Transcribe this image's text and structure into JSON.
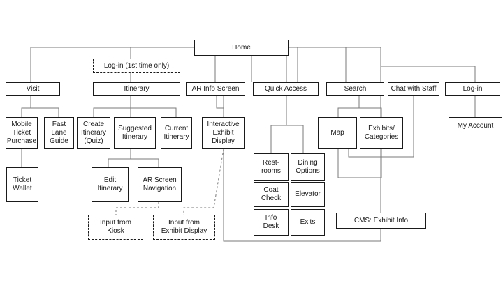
{
  "nodes": {
    "home": "Home",
    "login_first": "Log-in (1st time only)",
    "visit": "Visit",
    "itinerary": "Itinerary",
    "ar_info": "AR Info Screen",
    "quick_access": "Quick Access",
    "search": "Search",
    "chat": "Chat with Staff",
    "login": "Log-in",
    "mobile_ticket": "Mobile\nTicket\nPurchase",
    "fast_lane": "Fast\nLane\nGuide",
    "create_itinerary": "Create\nItinerary\n(Quiz)",
    "suggested_itinerary": "Suggested\nItinerary",
    "current_itinerary": "Current\nItinerary",
    "interactive_exhibit": "Interactive\nExhibit\nDisplay",
    "map": "Map",
    "exhibits_categories": "Exhibits/\nCategories",
    "my_account": "My Account",
    "ticket_wallet": "Ticket\nWallet",
    "edit_itinerary": "Edit\nItinerary",
    "ar_screen_nav": "AR Screen\nNavigation",
    "restrooms": "Rest-\nrooms",
    "dining": "Dining\nOptions",
    "coat_check": "Coat\nCheck",
    "elevator": "Elevator",
    "info_desk": "Info\nDesk",
    "exits": "Exits",
    "cms": "CMS: Exhibit Info",
    "input_kiosk": "Input from\nKiosk",
    "input_exhibit_display": "Input from\nExhibit Display"
  }
}
